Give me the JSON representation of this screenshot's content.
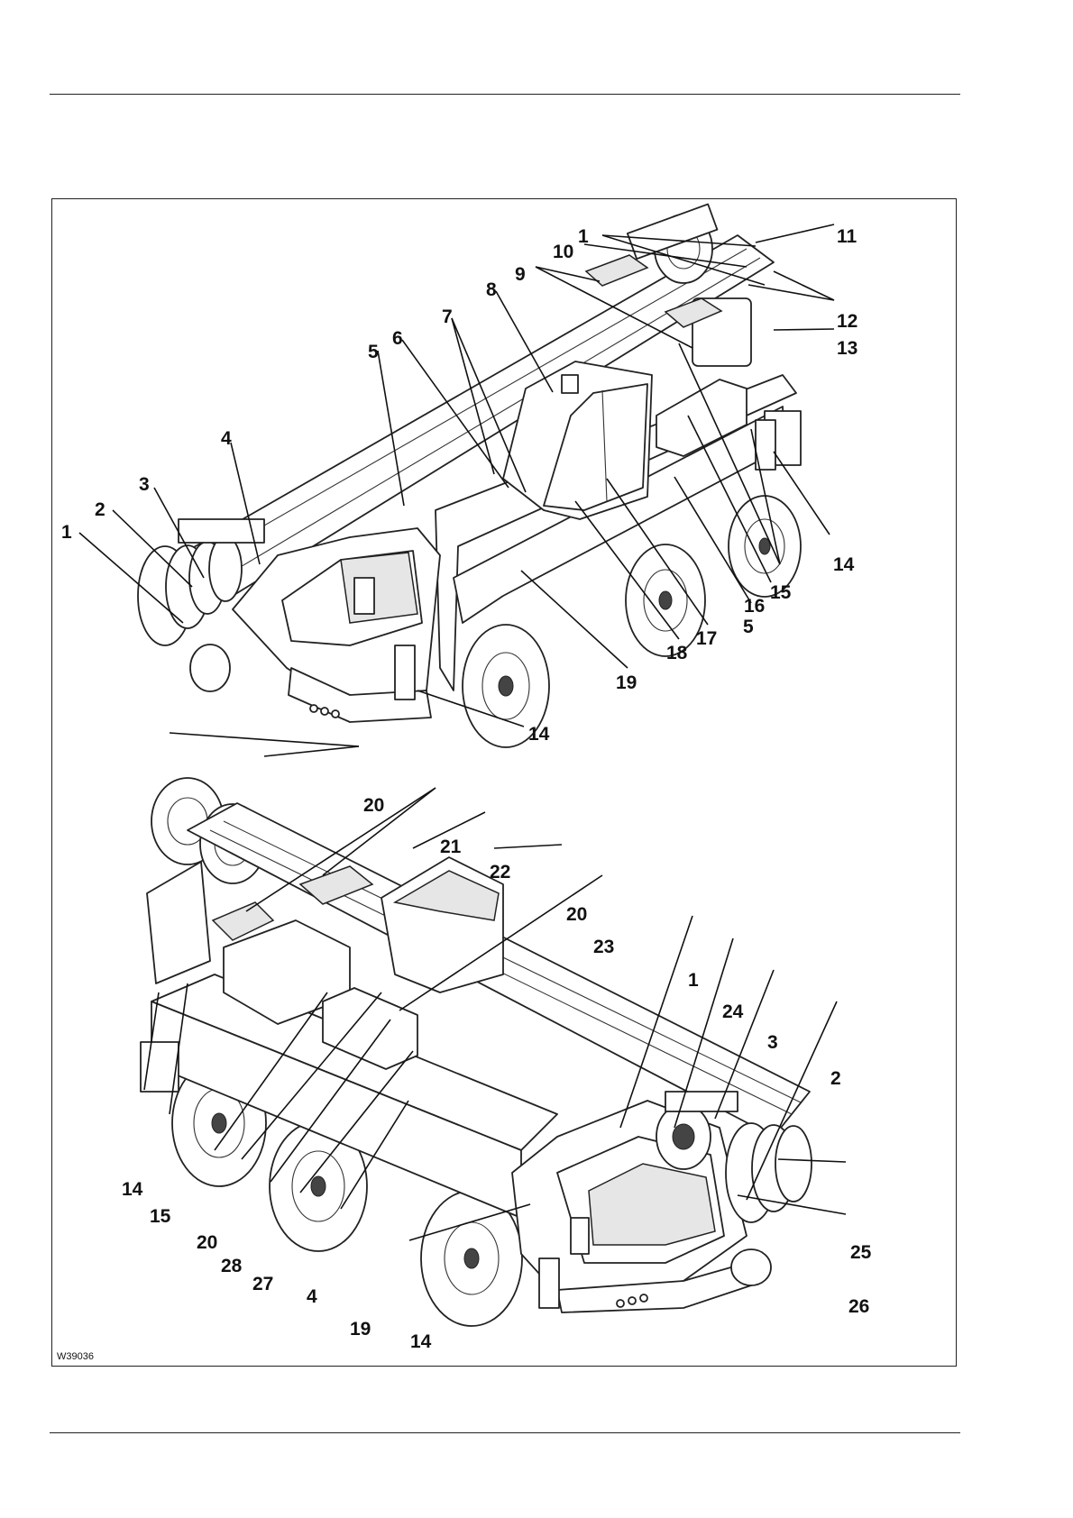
{
  "figure": {
    "id_label": "W39036",
    "top_view_callouts": [
      {
        "label": "1"
      },
      {
        "label": "1"
      },
      {
        "label": "2"
      },
      {
        "label": "3"
      },
      {
        "label": "4"
      },
      {
        "label": "5"
      },
      {
        "label": "5"
      },
      {
        "label": "6"
      },
      {
        "label": "7"
      },
      {
        "label": "8"
      },
      {
        "label": "9"
      },
      {
        "label": "10"
      },
      {
        "label": "11"
      },
      {
        "label": "12"
      },
      {
        "label": "13"
      },
      {
        "label": "14"
      },
      {
        "label": "14"
      },
      {
        "label": "15"
      },
      {
        "label": "16"
      },
      {
        "label": "17"
      },
      {
        "label": "18"
      },
      {
        "label": "19"
      }
    ],
    "bottom_view_callouts": [
      {
        "label": "20"
      },
      {
        "label": "21"
      },
      {
        "label": "22"
      },
      {
        "label": "20"
      },
      {
        "label": "23"
      },
      {
        "label": "1"
      },
      {
        "label": "24"
      },
      {
        "label": "3"
      },
      {
        "label": "2"
      },
      {
        "label": "25"
      },
      {
        "label": "26"
      },
      {
        "label": "14"
      },
      {
        "label": "15"
      },
      {
        "label": "20"
      },
      {
        "label": "28"
      },
      {
        "label": "27"
      },
      {
        "label": "4"
      },
      {
        "label": "19"
      },
      {
        "label": "14"
      }
    ]
  }
}
